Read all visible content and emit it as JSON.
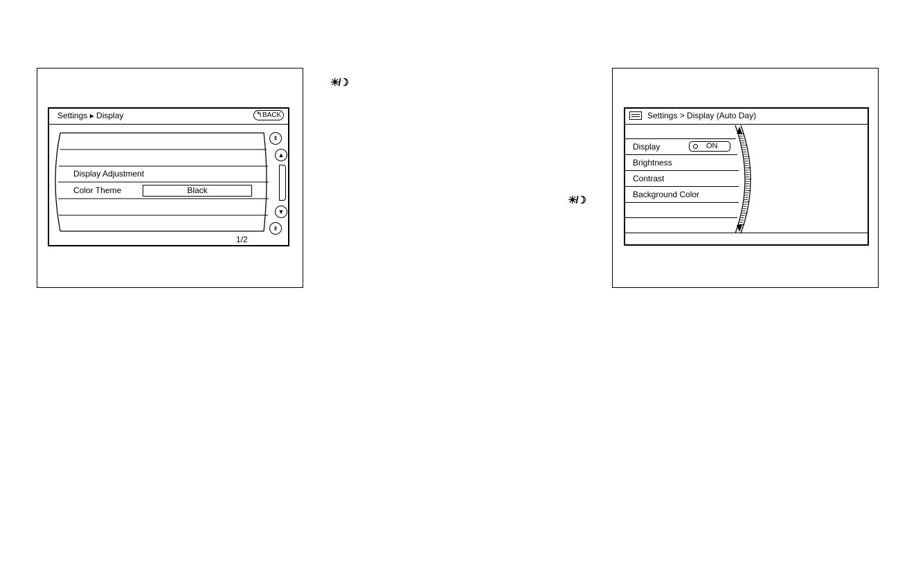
{
  "figure_left": {
    "screen": {
      "breadcrumb": "Settings ▸ Display",
      "back_button": "BACK",
      "back_arrow": "↰",
      "menu_items": [
        {
          "label": ""
        },
        {
          "label": ""
        },
        {
          "label": "Display Adjustment"
        },
        {
          "label": "Color Theme",
          "value": "Black"
        },
        {
          "label": ""
        },
        {
          "label": ""
        }
      ],
      "page_indicator": "1/2",
      "scroll_icons": {
        "page_up": "⇞",
        "up": "▲",
        "down": "▼",
        "page_down": "⇟"
      }
    }
  },
  "middle_text": {
    "icon_glyph_1": "☀/☽",
    "icon_glyph_2": "☀/☽"
  },
  "figure_right": {
    "screen": {
      "title": "Settings > Display (Auto Day)",
      "menu_items": [
        {
          "label": ""
        },
        {
          "label": "Display",
          "toggle": "ON"
        },
        {
          "label": "Brightness"
        },
        {
          "label": "Contrast"
        },
        {
          "label": "Background Color"
        },
        {
          "label": ""
        },
        {
          "label": ""
        }
      ]
    }
  }
}
